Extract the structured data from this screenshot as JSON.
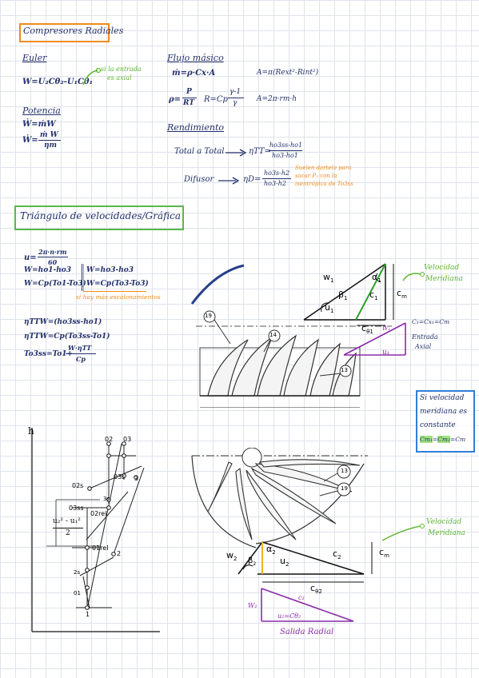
{
  "titles": {
    "main": "Compresores Radiales",
    "section2": "Triángulo de velocidades/Gráfica"
  },
  "euler": {
    "heading": "Euler",
    "formula": "W=U₂Cθ₂-U₁Cθ₁",
    "note1": "si la entrada",
    "note2": "es axial"
  },
  "potencia": {
    "heading": "Potencia",
    "f1": "Ẇ=ṁW",
    "f2a": "Ẇ=",
    "f2num": "ṁ W",
    "f2den": "ηm"
  },
  "flujo": {
    "heading": "Flujo másico",
    "f1": "ṁ=ρ·Cx·A",
    "f2": "A=π(Rext²-Rint²)",
    "f3a": "ρ=",
    "f3num": "P",
    "f3den": "RT",
    "f4a": "R=Cp",
    "f4num": "γ-1",
    "f4den": "γ",
    "f5": "A=2π·rm·h"
  },
  "rendimiento": {
    "heading": "Rendimiento",
    "tt_label": "Total a Total",
    "tt_eq": "ηTT=",
    "tt_num": "ho3ss-ho1",
    "tt_den": "ho3-ho1",
    "dif_label": "Difusor",
    "dif_eq": "ηD=",
    "dif_num": "ho3s-h2",
    "dif_den": "ho3-h2",
    "note1": "Suelen dartelo para",
    "note2": "sacar P₃ con la",
    "note3": "isentrópica de To3ss"
  },
  "triangle_eqs": {
    "u_a": "u=",
    "u_num": "2π·n·rm",
    "u_den": "60",
    "w1": "W=ho1-ho3",
    "w2": "W=Cp(To1-To3)",
    "w3": "W=ho3-ho3",
    "w4": "W=Cp(To3-To3)",
    "note": "si hay más escalonamientos"
  },
  "eff_eqs": {
    "e1": "ηTTW=(ho3ss-ho1)",
    "e2": "ηTTW=Cp(To3ss-To1)",
    "e3a": "To3ss=To1+",
    "e3num": "W·ηTT",
    "e3den": "Cp"
  },
  "inlet": {
    "w1": "w",
    "w1s": "1",
    "a1": "α",
    "a1s": "1",
    "b1": "β",
    "b1s": "1",
    "c1": "c",
    "c1s": "1",
    "u1": "u",
    "u1s": "1",
    "cm": "c",
    "cms": "m",
    "ct1": "c",
    "ct1s": "θ1",
    "vel_mer_1": "Velocidad",
    "vel_mer_2": "Meridiana",
    "rel": "C₁=Cx₁=Cm",
    "entrada1": "Entrada",
    "entrada2": "Axial",
    "tri_w": "W₁",
    "tri_u": "u₁"
  },
  "impeller": {
    "n19": "19",
    "n14": "14",
    "n13": "13",
    "n13b": "13",
    "n19b": "19"
  },
  "meridional_box": {
    "l1": "Si velocidad",
    "l2": "meridiana es",
    "l3": "constante",
    "l4a": "Cm₁",
    "l4b": "=",
    "l4c": "Cm₂",
    "l4d": "=Cm"
  },
  "outlet": {
    "w2": "w",
    "w2s": "2",
    "a2": "α",
    "a2s": "2",
    "b2": "β",
    "b2s": "2",
    "u2": "u",
    "u2s": "2",
    "c2": "c",
    "c2s": "2",
    "cm": "c",
    "cms": "m",
    "ct2": "c",
    "ct2s": "θ2",
    "vel_mer_1": "Velocidad",
    "vel_mer_2": "Meridiana",
    "tri_w": "W₂",
    "tri_c": "c₂",
    "tri_u": "u₂=Cθ₂",
    "salida": "Salida Radial"
  },
  "hs": {
    "h": "h",
    "p02": "02",
    "p03": "03",
    "p02s": "02s",
    "p03s": "03s",
    "p3": "3",
    "p3s": "3s",
    "p03ss": "03ss",
    "p02rel": "02rel",
    "frac_num": "u₂² - u₁²",
    "frac_den": "2",
    "p01rel": "01rel",
    "p2": "2",
    "p2s": "2s",
    "p01": "01",
    "p1": "1"
  },
  "colors": {
    "navy": "#23306b",
    "orange": "#f08a1c",
    "green": "#5cb531",
    "purple": "#8a2ca8",
    "blue": "#2f7fd9",
    "highlight": "#9ee37d"
  }
}
